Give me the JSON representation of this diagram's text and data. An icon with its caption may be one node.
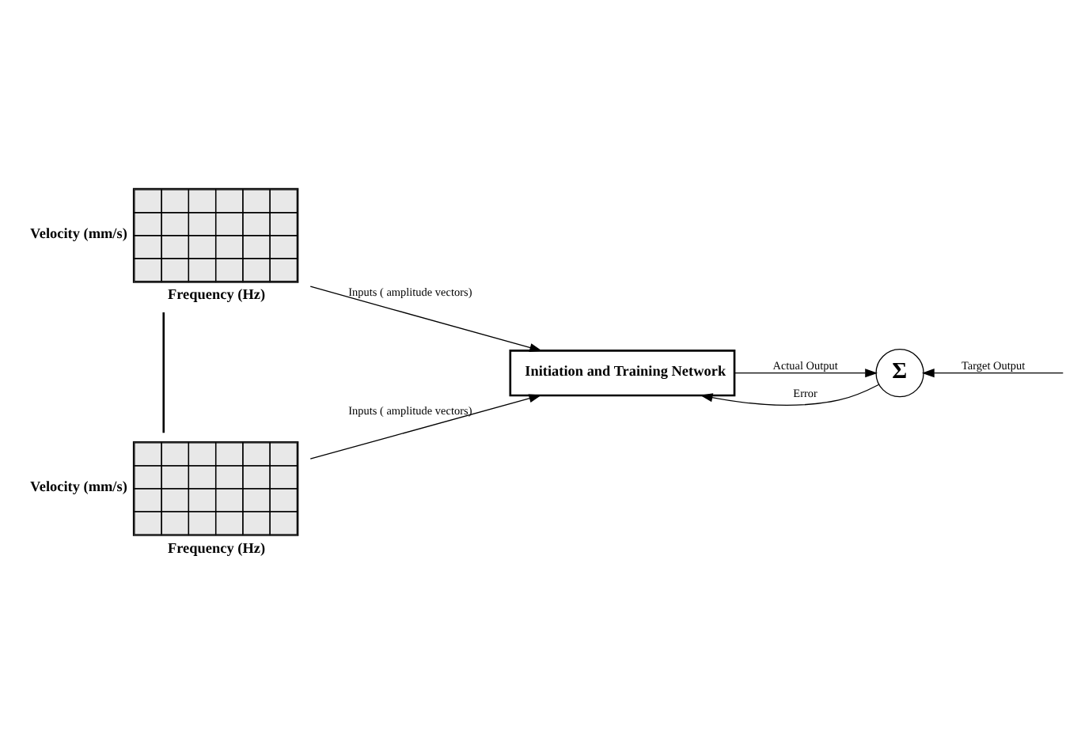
{
  "diagram": {
    "nodes": [
      {
        "text": [],
        "shape": "picture",
        "beside": [
          "Velocity (mm/s)",
          "Frequency (Hz)"
        ]
      },
      {
        "text": [],
        "shape": "picture",
        "beside": [
          "Velocity (mm/s)",
          "Frequency (Hz)"
        ]
      },
      {
        "text": [
          "Initiation and Training Network"
        ]
      },
      {
        "text": [
          "Σ"
        ]
      }
    ],
    "edges": [
      {
        "from": 0,
        "to": 1,
        "arrow": "none"
      },
      {
        "from": 0,
        "to": 2,
        "arrow": "to",
        "label": "Inputs ( amplitude vectors)"
      },
      {
        "from": 1,
        "to": 2,
        "arrow": "to",
        "label": "Inputs ( amplitude vectors)"
      },
      {
        "from": 2,
        "to": 3,
        "arrow": "to",
        "label": "Actual Output"
      },
      {
        "from": null,
        "to": 3,
        "arrow": "to",
        "label": "Target Output"
      },
      {
        "from": 3,
        "to": 2,
        "arrow": "to",
        "label": "Error"
      }
    ]
  }
}
